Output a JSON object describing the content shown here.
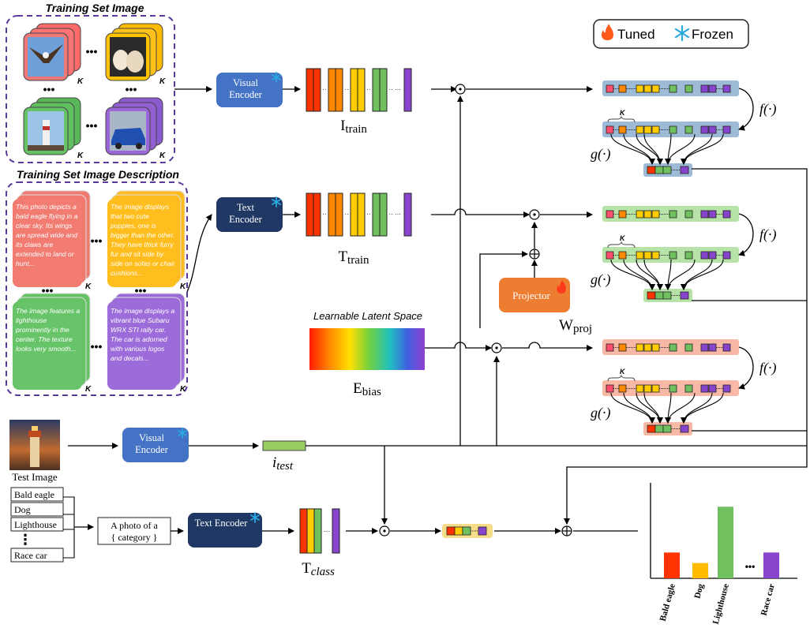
{
  "legend": {
    "tuned": "Tuned",
    "frozen": "Frozen"
  },
  "sections": {
    "train_images": "Training Set Image",
    "train_desc": "Training Set Image Description",
    "latent": "Learnable Latent Space"
  },
  "k": "K",
  "dots": "•••",
  "descriptions": [
    "This photo depicts a bald eagle flying in a clear sky. Its wings are spread wide and its claws are extended to land or hunt...",
    "The image displays that two cute puppies, one is bigger than the other. They have thick furry fur and sit side by side on sofas or chair cushions...",
    "The image features a lighthouse prominently in the center. The texture looks very smooth...",
    "The image displays a vibrant blue Subaru WRX STI rally car. The car is adorned with various logos and decals..."
  ],
  "modules": {
    "visual_encoder": "Visual Encoder",
    "text_encoder": "Text Encoder",
    "projector": "Projector"
  },
  "symbols": {
    "I_train": "I",
    "I_train_sub": "train",
    "T_train": "T",
    "T_train_sub": "train",
    "E_bias": "E",
    "E_bias_sub": "bias",
    "W_proj": "W",
    "W_proj_sub": "proj",
    "i_test": "i",
    "i_test_sub": "test",
    "T_class": "T",
    "T_class_sub": "class",
    "f": "f(·)",
    "g": "g(·)"
  },
  "test_image_label": "Test Image",
  "prompt": {
    "line1": "A photo of a",
    "line2": "{ category }"
  },
  "classes": [
    "Bald eagle",
    "Dog",
    "Lighthouse",
    "⋮",
    "Race car"
  ],
  "chart_data": {
    "type": "bar",
    "categories": [
      "Bald eagle",
      "Dog",
      "Lighthouse",
      "Race car"
    ],
    "values": [
      0.27,
      0.16,
      0.75,
      0.27
    ],
    "colors": [
      "#ff3300",
      "#ffbb00",
      "#70c060",
      "#8844cc"
    ],
    "ylim": [
      0,
      1
    ]
  }
}
